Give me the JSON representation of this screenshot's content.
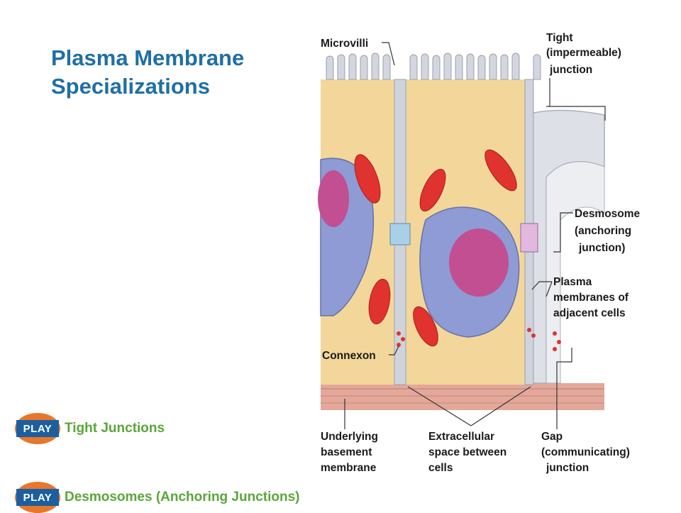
{
  "slide": {
    "title_lines": [
      "Plasma Membrane",
      "Specializations"
    ]
  },
  "play_links": [
    {
      "badge": "PLAY",
      "label": "Tight Junctions"
    },
    {
      "badge": "PLAY",
      "label": "Desmosomes (Anchoring Junctions)"
    }
  ],
  "diagram": {
    "labels": {
      "microvilli": "Microvilli",
      "tight": [
        "Tight",
        "(impermeable)",
        "junction"
      ],
      "desmosome": [
        "Desmosome",
        "(anchoring",
        "junction)"
      ],
      "plasma": [
        "Plasma",
        "membranes of",
        "adjacent cells"
      ],
      "connexon": "Connexon",
      "basement": [
        "Underlying",
        "basement",
        "membrane"
      ],
      "extracellular": [
        "Extracellular",
        "space between",
        "cells"
      ],
      "gap": [
        "Gap",
        "(communicating)",
        "junction"
      ]
    },
    "colors": {
      "cytoplasm": "#f3d79a",
      "membrane": "#cfd3dc",
      "nucleus_blue": "#8e9bd4",
      "nucleus_pink": "#c24f92",
      "mitochondria": "#e0322f",
      "basement": "#e3a89a"
    }
  }
}
